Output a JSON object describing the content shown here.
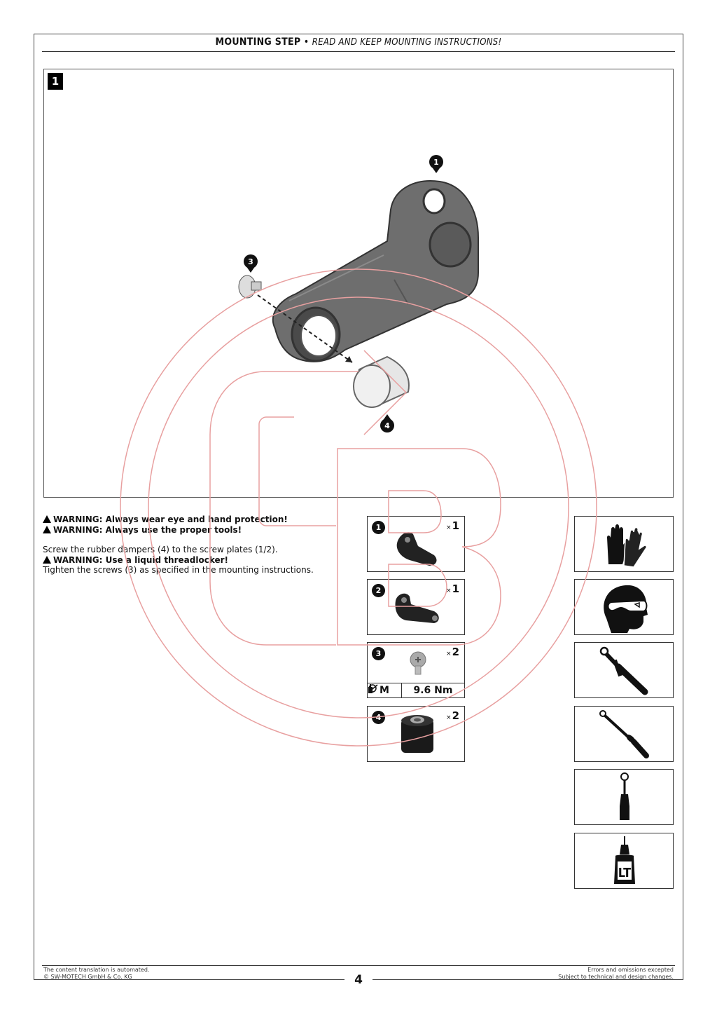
{
  "header": {
    "title": "MOUNTING STEP",
    "separator": "•",
    "subtitle": "READ AND KEEP MOUNTING INSTRUCTIONS!"
  },
  "figure": {
    "step_number": "1",
    "callouts": [
      "1",
      "3",
      "4"
    ]
  },
  "instructions": {
    "warning_1": "WARNING: Always wear eye and hand protection!",
    "warning_2": "WARNING: Always use the proper tools!",
    "text_1": "Screw the rubber dampers (4) to the screw plates (1/2).",
    "warning_3": "WARNING: Use a liquid threadlocker!",
    "text_2": "Tighten the screws (3) as specified in the mounting instructions."
  },
  "parts": [
    {
      "number": "1",
      "qty_prefix": "×",
      "qty": "1",
      "icon": "screw-plate-icon"
    },
    {
      "number": "2",
      "qty_prefix": "×",
      "qty": "1",
      "icon": "screw-plate-icon"
    },
    {
      "number": "3",
      "qty_prefix": "×",
      "qty": "2",
      "icon": "countersunk-screw-icon",
      "thread": "M",
      "torque": "9.6 Nm"
    },
    {
      "number": "4",
      "qty_prefix": "×",
      "qty": "2",
      "icon": "rubber-damper-icon"
    }
  ],
  "tools": [
    "gloves-icon",
    "safety-goggles-icon",
    "torque-wrench-icon",
    "hex-wrench-icon",
    "hex-socket-icon",
    "threadlocker-icon"
  ],
  "threadlocker_label": "LT",
  "footer": {
    "left_line_1": "The content translation is automated.",
    "left_line_2": "© SW-MOTECH GmbH & Co. KG",
    "right_line_1": "Errors and omissions excepted",
    "right_line_2": "Subject to technical and design changes.",
    "page": "4"
  },
  "colors": {
    "watermark": "#e8a0a0",
    "part_gray": "#6e6e6e",
    "ink": "#111111"
  }
}
